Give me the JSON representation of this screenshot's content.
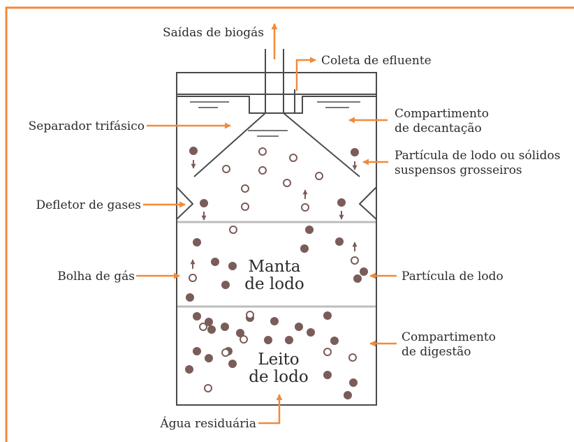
{
  "labels": {
    "biogas_outlet": "Saídas de biogás",
    "effluent_collection": "Coleta de efluente",
    "settling_compartment_1": "Compartimento",
    "settling_compartment_2": "de decantação",
    "three_phase_separator": "Separador trifásico",
    "particle_or_solids_1": "Partícula de lodo ou sólidos",
    "particle_or_solids_2": "suspensos grosseiros",
    "gas_deflector": "Defletor de gases",
    "gas_bubble": "Bolha de gás",
    "sludge_particle": "Partícula de lodo",
    "digestion_compartment_1": "Compartimento",
    "digestion_compartment_2": "de digestão",
    "wastewater": "Água residuária"
  },
  "zones": {
    "sludge_blanket_1": "Manta",
    "sludge_blanket_2": "de lodo",
    "sludge_bed_1": "Leito",
    "sludge_bed_2": "de lodo"
  },
  "colors": {
    "frame": "#f08a3c",
    "arrow": "#f08a3c",
    "outline": "#4a4a4a",
    "divider": "#bdbdbd",
    "particle": "#7a5c58"
  }
}
